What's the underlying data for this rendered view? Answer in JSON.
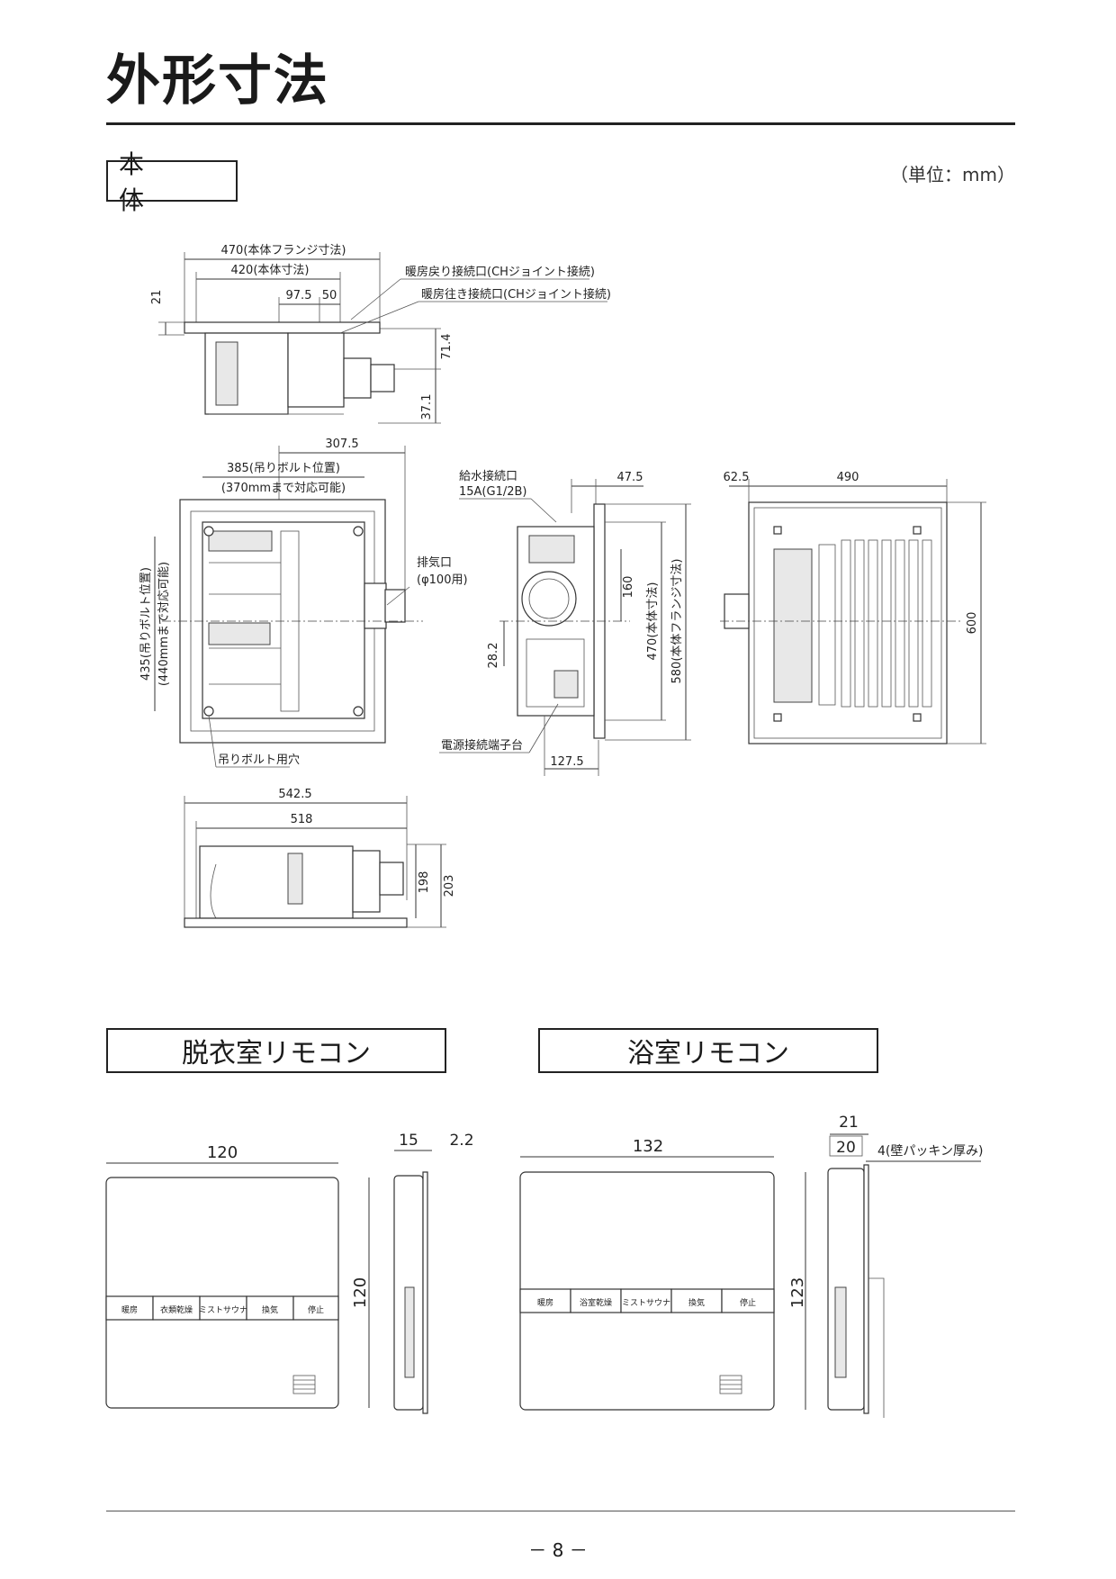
{
  "page": {
    "title": "外形寸法",
    "unit": "（単位：mm）",
    "page_number": "－ 8 －"
  },
  "sections": {
    "main_body": "本　体",
    "dressing_remote": "脱衣室リモコン",
    "bathroom_remote": "浴室リモコン"
  },
  "side_view": {
    "flange_width": "470(本体フランジ寸法)",
    "body_width": "420(本体寸法)",
    "offset_a": "97.5",
    "offset_b": "50",
    "flange_thickness": "21",
    "height_upper": "71.4",
    "height_lower": "37.1",
    "return_port": "暖房戻り接続口(CHジョイント接続)",
    "supply_port": "暖房往き接続口(CHジョイント接続)"
  },
  "top_view": {
    "depth": "307.5",
    "bolt_span": "385(吊りボルト位置)",
    "bolt_note": "(370mmまで対応可能)",
    "bolt_side_a": "435(吊りボルト位置)",
    "bolt_side_b": "(440mmまで対応可能)",
    "exhaust_label": "排気口",
    "exhaust_size": "(φ100用)",
    "bolt_hole": "吊りボルト用穴"
  },
  "end_view": {
    "water_port": "給水接続口",
    "water_size": "15A(G1/2B)",
    "offset": "47.5",
    "height_160": "160",
    "height_28": "28.2",
    "body_dim": "470(本体寸法)",
    "flange_dim": "580(本体フランジ寸法)",
    "power_terminal": "電源接続端子台",
    "width_127": "127.5"
  },
  "face_view": {
    "left_offset": "62.5",
    "width": "490",
    "height": "600"
  },
  "front_view": {
    "overall": "542.5",
    "body": "518",
    "height_a": "198",
    "height_b": "203"
  },
  "dressing_remote": {
    "width": "120",
    "height": "120",
    "depth": "15",
    "thickness": "2.2",
    "buttons": [
      "暖房",
      "衣類乾燥",
      "ミストサウナ",
      "換気",
      "停止"
    ]
  },
  "bath_remote": {
    "width": "132",
    "height": "123",
    "depth_total": "21",
    "depth_body": "20",
    "packing": "4(壁パッキン厚み)",
    "buttons": [
      "暖房",
      "浴室乾燥",
      "ミストサウナ",
      "換気",
      "停止"
    ]
  }
}
